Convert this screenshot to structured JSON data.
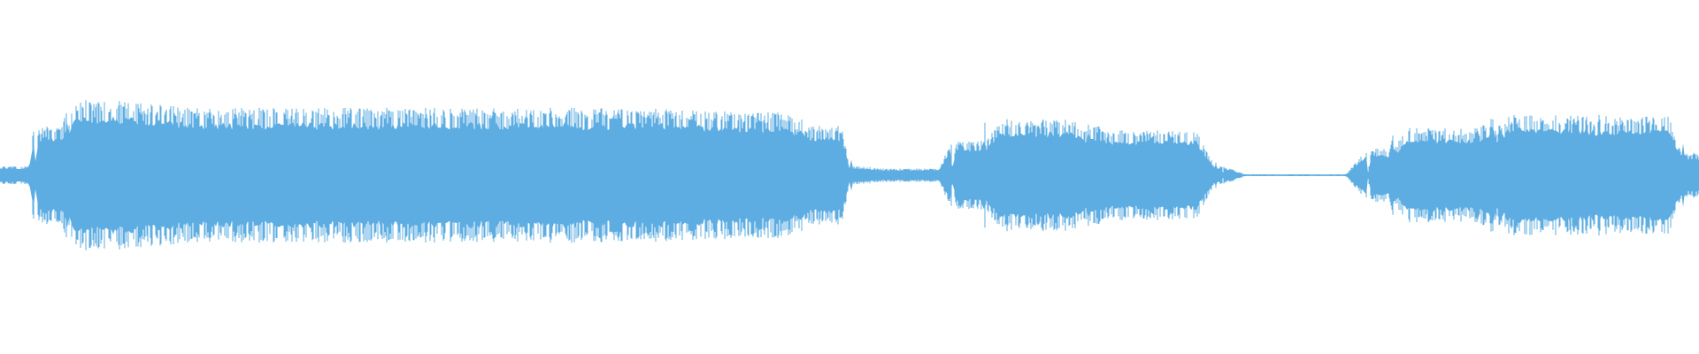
{
  "waveform": {
    "color": "#5dade2",
    "background": "#ffffff",
    "duration_fraction_segments": [
      {
        "start": 0.0,
        "end": 0.02,
        "amp": 0.04
      },
      {
        "start": 0.02,
        "end": 0.04,
        "amp": 0.22
      },
      {
        "start": 0.04,
        "end": 0.06,
        "amp": 0.34
      },
      {
        "start": 0.06,
        "end": 0.44,
        "amp": 0.3
      },
      {
        "start": 0.44,
        "end": 0.47,
        "amp": 0.28
      },
      {
        "start": 0.47,
        "end": 0.5,
        "amp": 0.22
      },
      {
        "start": 0.5,
        "end": 0.51,
        "amp": 0.04
      },
      {
        "start": 0.51,
        "end": 0.56,
        "amp": 0.03
      },
      {
        "start": 0.56,
        "end": 0.58,
        "amp": 0.15
      },
      {
        "start": 0.58,
        "end": 0.64,
        "amp": 0.25
      },
      {
        "start": 0.64,
        "end": 0.715,
        "amp": 0.2
      },
      {
        "start": 0.715,
        "end": 0.72,
        "amp": 0.04
      },
      {
        "start": 0.72,
        "end": 0.805,
        "amp": 0.005
      },
      {
        "start": 0.805,
        "end": 0.82,
        "amp": 0.12
      },
      {
        "start": 0.82,
        "end": 0.88,
        "amp": 0.21
      },
      {
        "start": 0.88,
        "end": 0.94,
        "amp": 0.27
      },
      {
        "start": 0.94,
        "end": 0.99,
        "amp": 0.26
      },
      {
        "start": 0.99,
        "end": 1.0,
        "amp": 0.1
      }
    ]
  }
}
